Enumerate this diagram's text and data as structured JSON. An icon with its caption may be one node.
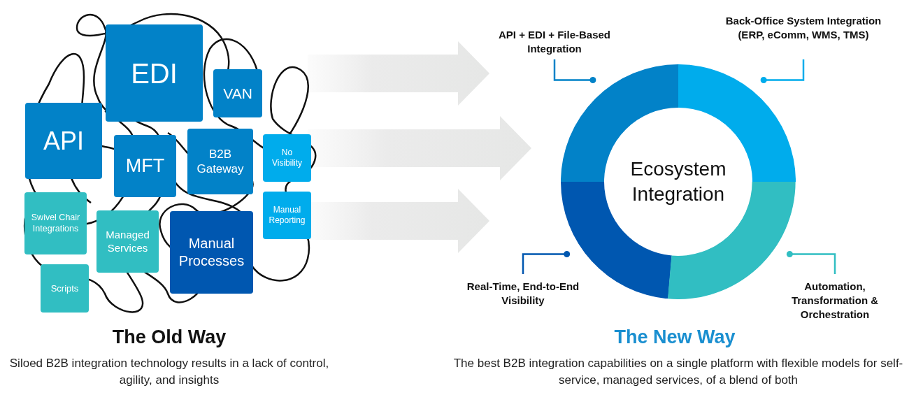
{
  "diagram": {
    "nodes": [
      {
        "text": [
          "EDI"
        ]
      },
      {
        "text": [
          "VAN"
        ]
      },
      {
        "text": [
          "API"
        ]
      },
      {
        "text": [
          "MFT"
        ]
      },
      {
        "text": [
          "B2B Gateway"
        ]
      },
      {
        "text": [
          "No Visibility"
        ]
      },
      {
        "text": [
          "Swivel Chair Integrations"
        ]
      },
      {
        "text": [
          "Managed Services"
        ]
      },
      {
        "text": [
          "Manual Processes"
        ]
      },
      {
        "text": [
          "Manual Reporting"
        ]
      },
      {
        "text": [
          "Scripts"
        ]
      },
      {
        "text": [
          "API + EDI + File-Based Integration"
        ]
      },
      {
        "text": [
          "Back-Office System Integration (ERP, eComm, WMS, TMS)"
        ]
      },
      {
        "text": [],
        "shape": "arc"
      },
      {
        "text": [],
        "shape": "arc"
      },
      {
        "text": [],
        "shape": "arc"
      },
      {
        "text": [],
        "shape": "arc"
      },
      {
        "text": [
          "Ecosystem Integration"
        ]
      },
      {
        "text": [
          "Real-Time, End-to-End Visibility"
        ]
      },
      {
        "text": [
          "Automation, Transformation & Orchestration"
        ]
      }
    ],
    "edges": [
      {
        "from": 11,
        "to": 13,
        "arrow": "other",
        "color": "#0282c8"
      },
      {
        "from": 12,
        "to": 14,
        "arrow": "other",
        "color": "#00acec"
      },
      {
        "from": 18,
        "to": 15,
        "arrow": "other",
        "color": "#0057b0"
      },
      {
        "from": 19,
        "to": 16,
        "arrow": "other",
        "color": "#31bec2"
      }
    ],
    "labels": [
      "The Old Way",
      "Siloed B2B integration technology results in a lack of control, agility, and insights",
      "The New Way",
      "The best B2B integration capabilities on a single platform with flexible models for self-service, managed services, of a blend of both"
    ]
  }
}
